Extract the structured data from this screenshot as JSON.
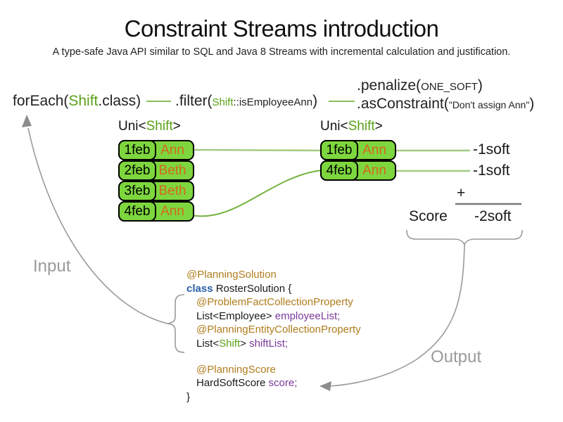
{
  "title": "Constraint Streams introduction",
  "subtitle": "A type-safe Java API similar to SQL and Java 8 Streams with incremental calculation and justification.",
  "pipeline": {
    "foreach_pre": "forEach(",
    "foreach_type": "Shift",
    "foreach_post": ".class)",
    "filter_pre": ".filter(",
    "filter_type": "Shift",
    "filter_method": "::isEmployeeAnn",
    "filter_post": ")",
    "penalize_pre": ".penalize(",
    "penalize_arg": "ONE_SOFT",
    "penalize_post": ")",
    "asconstraint_pre": ".asConstraint(",
    "asconstraint_arg": "\"Don't assign Ann\"",
    "asconstraint_post": ")"
  },
  "left_stream": {
    "label_pre": "Uni<",
    "label_type": "Shift",
    "label_post": ">",
    "rows": [
      {
        "date": "1feb",
        "name": "Ann"
      },
      {
        "date": "2feb",
        "name": "Beth"
      },
      {
        "date": "3feb",
        "name": "Beth"
      },
      {
        "date": "4feb",
        "name": "Ann"
      }
    ]
  },
  "right_stream": {
    "label_pre": "Uni<",
    "label_type": "Shift",
    "label_post": ">",
    "rows": [
      {
        "date": "1feb",
        "name": "Ann"
      },
      {
        "date": "4feb",
        "name": "Ann"
      }
    ]
  },
  "penalties": {
    "first": "-1soft",
    "second": "-1soft"
  },
  "score_summary": {
    "operator": "+",
    "label": "Score",
    "value": "-2soft"
  },
  "annotations": {
    "input": "Input",
    "output": "Output"
  },
  "code": {
    "annotation1": "@PlanningSolution",
    "class_keyword": "class",
    "class_rest": " RosterSolution {",
    "annotation2": "@ProblemFactCollectionProperty",
    "fact_type": "List<Employee> ",
    "fact_field": "employeeList;",
    "annotation3": "@PlanningEntityCollectionProperty",
    "entity_pre": "List<",
    "entity_type": "Shift",
    "entity_mid": "> ",
    "entity_field": "shiftList;",
    "annotation4": "@PlanningScore",
    "score_type": "HardSoftScore ",
    "score_field": "score;",
    "closing_brace": "}"
  },
  "colors": {
    "shift_green": "#5aa118",
    "box_green": "#7ed63e",
    "employee_orange": "#d2691e",
    "annotation_brown": "#b07c1c",
    "keyword_blue": "#2a5fa8",
    "field_purple": "#7b3a9b",
    "muted_gray": "#9a9a9a",
    "connector_green": "#9cc878"
  }
}
